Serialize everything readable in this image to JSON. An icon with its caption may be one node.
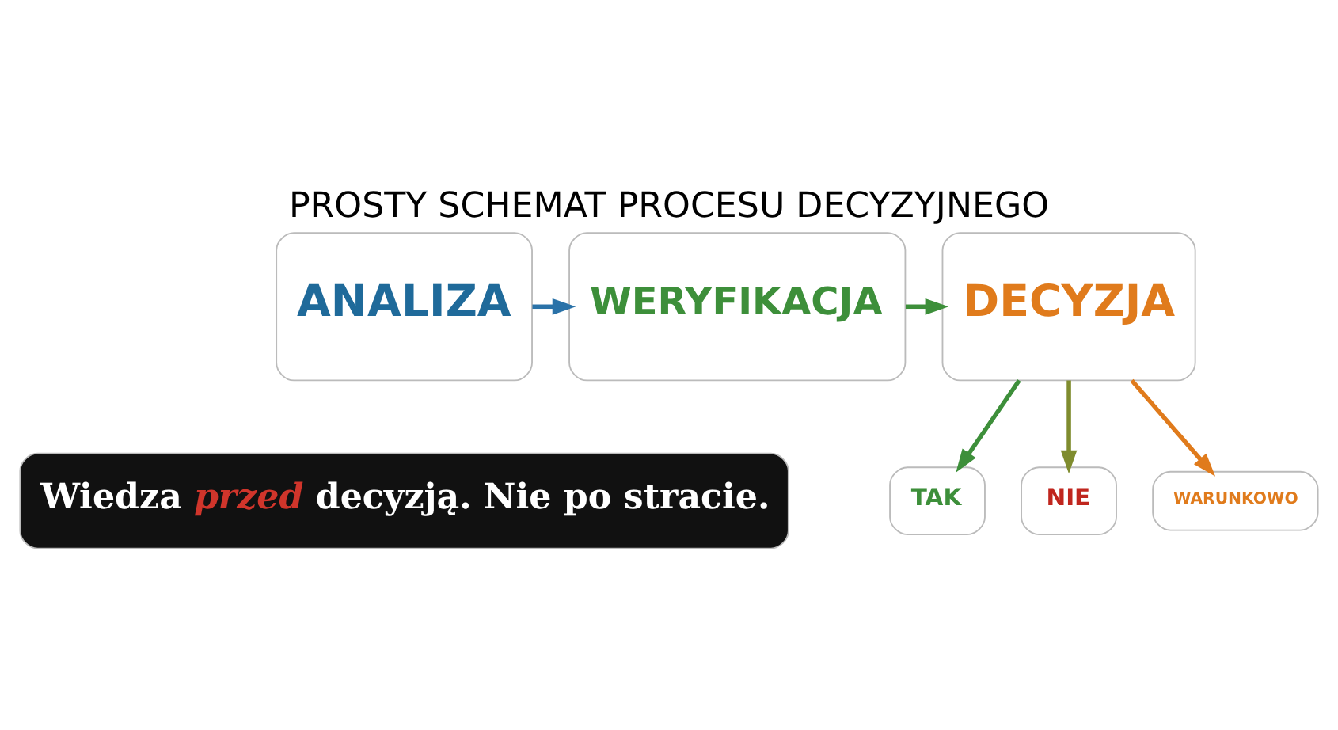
{
  "diagram": {
    "title": "PROSTY SCHEMAT PROCESU DECYZYJNEGO",
    "nodes": [
      {
        "text": [
          "ANALIZA"
        ]
      },
      {
        "text": [
          "WERYFIKACJA"
        ]
      },
      {
        "text": [
          "DECYZJA"
        ]
      },
      {
        "text": [
          "Wiedza *przed* decyzją. Nie po stracie."
        ]
      },
      {
        "text": [
          "TAK"
        ]
      },
      {
        "text": [
          "NIE"
        ]
      },
      {
        "text": [
          "WARUNKOWO"
        ]
      }
    ],
    "edges": [
      {
        "from": 0,
        "to": 1,
        "arrow": "to",
        "color": "#2a72a8"
      },
      {
        "from": 1,
        "to": 2,
        "arrow": "to",
        "color": "#3d8f3a"
      },
      {
        "from": 2,
        "to": 4,
        "arrow": "to",
        "color": "#3d8f3a"
      },
      {
        "from": 2,
        "to": 5,
        "arrow": "to",
        "color": "#7f8c2e"
      },
      {
        "from": 2,
        "to": 6,
        "arrow": "to",
        "color": "#e07b1c"
      }
    ]
  }
}
